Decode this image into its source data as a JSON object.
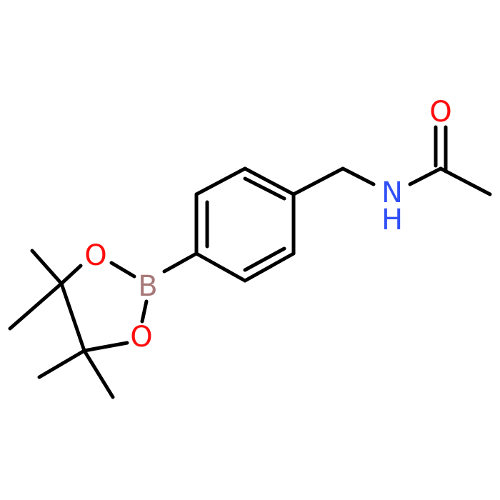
{
  "molecule": {
    "atoms": [
      {
        "id": "O_carbonyl",
        "symbol": "O",
        "label": "O",
        "color": "#ff0d0d"
      },
      {
        "id": "N_amide",
        "symbol": "N",
        "label": "N",
        "color": "#3050f8"
      },
      {
        "id": "H_amide",
        "symbol": "H",
        "label": "H",
        "color": "#3050f8"
      },
      {
        "id": "B",
        "symbol": "B",
        "label": "B",
        "color": "#a87878"
      },
      {
        "id": "O_ring_top",
        "symbol": "O",
        "label": "O",
        "color": "#ff0d0d"
      },
      {
        "id": "O_ring_bottom",
        "symbol": "O",
        "label": "O",
        "color": "#ff0d0d"
      }
    ],
    "bond_color": "#000000"
  }
}
